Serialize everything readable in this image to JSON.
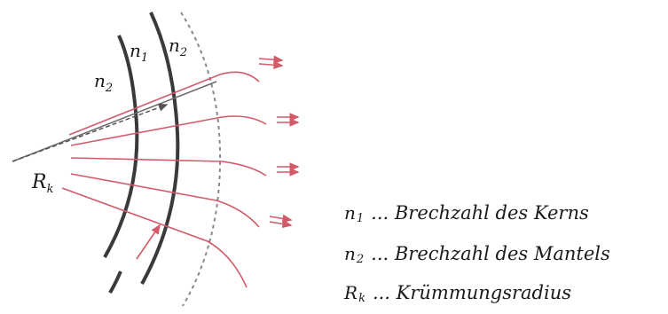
{
  "diagram": {
    "labels": {
      "n2_inner": {
        "base": "n",
        "sub": "2"
      },
      "n1": {
        "base": "n",
        "sub": "1"
      },
      "n2_outer": {
        "base": "n",
        "sub": "2"
      },
      "rk": {
        "base": "R",
        "sub": "k"
      }
    },
    "colors": {
      "fiber_wall": "#3a3a3a",
      "ray": "#d35a68",
      "guide_line": "#6b6b6b",
      "dashed": "#7a7a7a"
    }
  },
  "legend": [
    {
      "sym": "n",
      "sub": "1",
      "text": "... Brechzahl des Kerns"
    },
    {
      "sym": "n",
      "sub": "2",
      "text": "... Brechzahl des Mantels"
    },
    {
      "sym": "R",
      "sub": "k",
      "text": "... Krümmungsradius"
    }
  ]
}
